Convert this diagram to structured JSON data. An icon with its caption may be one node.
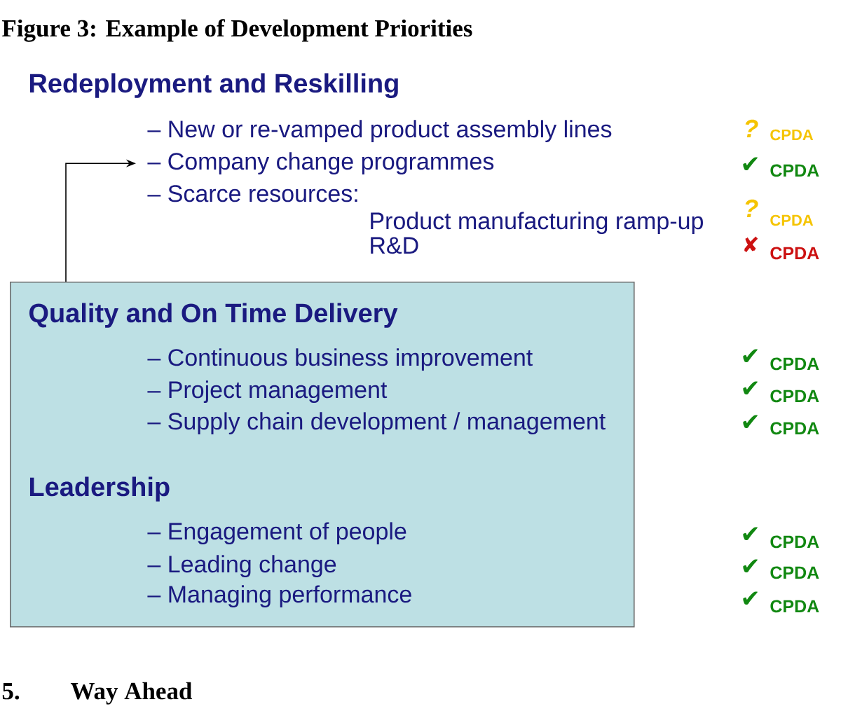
{
  "diagram": {
    "title": "Figure 3: Example of Development Priorities",
    "nodes": [
      {
        "text": [
          "– Company change programmes"
        ]
      },
      {
        "text": [
          "Quality and On Time Delivery",
          "– Continuous business improvement",
          "– Project management",
          "– Supply chain development / management",
          "Leadership",
          "– Engagement of people",
          "– Leading change",
          "– Managing performance"
        ]
      }
    ],
    "edges": [
      {
        "from": 1,
        "to": 0,
        "arrow": "to"
      }
    ],
    "labels": [
      "Redeployment and Reskilling",
      "– New or re-vamped product assembly lines",
      "?",
      "CPDA",
      "✔",
      "CPDA",
      "– Scarce resources:",
      "Product manufacturing ramp-up",
      "?",
      "CPDA",
      "R&D",
      "✘",
      "CPDA",
      "✔",
      "CPDA",
      "✔",
      "CPDA",
      "✔",
      "CPDA",
      "✔",
      "CPDA",
      "✔",
      "CPDA",
      "✔",
      "CPDA",
      "5.",
      "Way Ahead"
    ]
  }
}
